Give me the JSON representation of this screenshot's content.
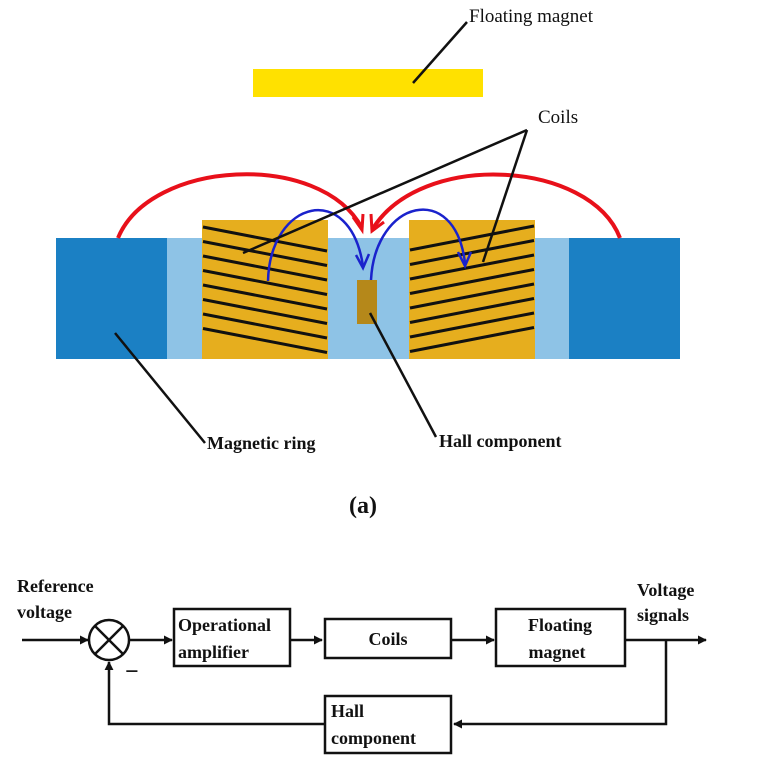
{
  "figure": {
    "part_a": {
      "caption": "(a)",
      "labels": {
        "floating_magnet": "Floating magnet",
        "coils": "Coils",
        "magnetic_ring": "Magnetic ring",
        "hall_component": "Hall component"
      },
      "colors": {
        "floating_magnet": "#FFE100",
        "coil": "#E6AE1E",
        "magnetic_ring": "#1B80C4",
        "gap": "#8EC3E6",
        "hall_sensor": "#B5881A",
        "red_flux": "#E8101A",
        "blue_flux": "#1A22CC",
        "winding": "#111111"
      },
      "winding_count_per_coil": 8
    },
    "part_b": {
      "labels": {
        "reference_voltage_line1": "Reference",
        "reference_voltage_line2": "voltage",
        "negative_sign": "−",
        "operational_amplifier_line1": "Operational",
        "operational_amplifier_line2": "amplifier",
        "coils": "Coils",
        "floating_magnet_line1": "Floating",
        "floating_magnet_line2": "magnet",
        "voltage_signals_line1": "Voltage",
        "voltage_signals_line2": "signals",
        "hall_component_line1": "Hall",
        "hall_component_line2": "component"
      }
    }
  }
}
